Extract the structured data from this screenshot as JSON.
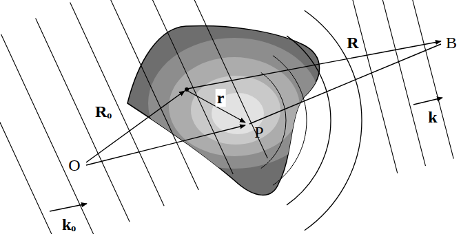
{
  "diagram": {
    "labels": [
      "O",
      "Rₒ",
      "r",
      "P",
      "R",
      "B",
      "k",
      "kₒ"
    ]
  }
}
